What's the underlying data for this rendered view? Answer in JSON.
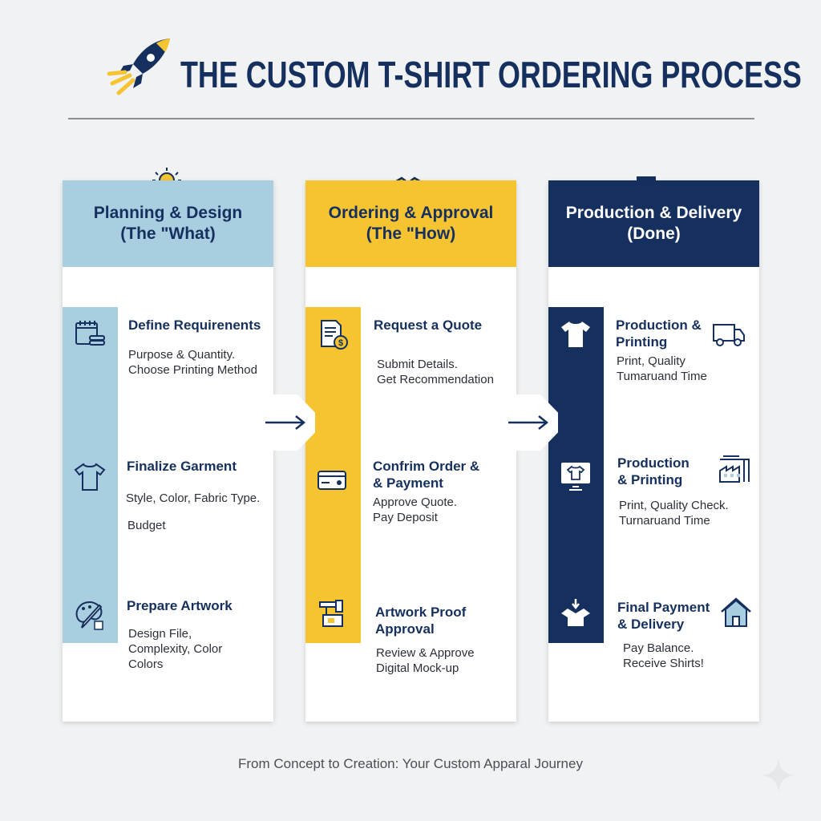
{
  "title": "THE CUSTOM T-SHIRT ORDERING PROCESS",
  "colors": {
    "planning": "#a9cee0",
    "ordering": "#f6c431",
    "production": "#15305e"
  },
  "columns": [
    {
      "heading1": "Planning & Design",
      "heading2": "(The \"What)",
      "items": [
        {
          "title": "Define Requirenents",
          "desc1": "Purpose & Quantity.",
          "desc2": "Choose Printing Method"
        },
        {
          "title": "Finalize Garment",
          "desc1": "Style, Color, Fabric Type.",
          "desc2": "Budget"
        },
        {
          "title": "Prepare Artwork",
          "desc1": "Design File,",
          "desc2": "Complexity, Color",
          "desc3": "Colors"
        }
      ]
    },
    {
      "heading1": "Ordering & Approval",
      "heading2": "(The \"How)",
      "items": [
        {
          "title": "Request a Quote",
          "desc1": "Submit Details.",
          "desc2": "Get Recommendation"
        },
        {
          "title1": "Confrim Order &",
          "title2": "& Payment",
          "desc1": "Approve Quote.",
          "desc2": "Pay Deposit"
        },
        {
          "title1": "Artwork Proof",
          "title2": "Approval",
          "desc1": "Review & Approve",
          "desc2": "Digital Mock-up"
        }
      ]
    },
    {
      "heading1": "Production & Delivery",
      "heading2": "(Done)",
      "items": [
        {
          "title1": "Production &",
          "title2": "Printing",
          "desc1": "Print, Quality",
          "desc2": "Tumaruand Time"
        },
        {
          "title1": "Production",
          "title2": "& Printing",
          "desc1": "Print, Quality Check.",
          "desc2": "Turnaruand Time"
        },
        {
          "title1": "Final Payment",
          "title2": "& Delivery",
          "desc1": "Pay Balance.",
          "desc2": "Receive Shirts!"
        }
      ]
    }
  ],
  "footer": "From Concept to Creation: Your Custom Apparal Journey"
}
